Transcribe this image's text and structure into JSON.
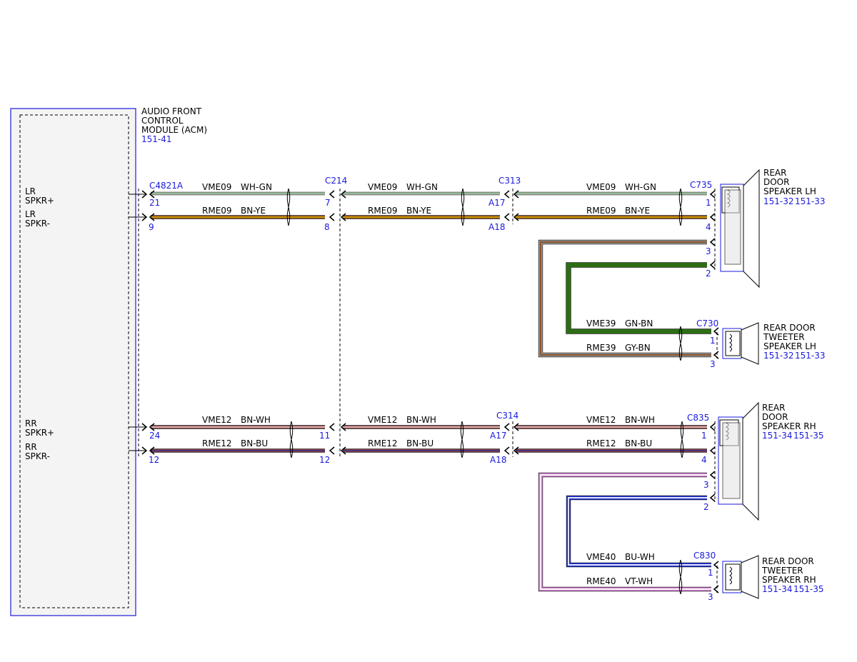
{
  "module": {
    "title_lines": [
      "AUDIO FRONT",
      "CONTROL",
      "MODULE (ACM)"
    ],
    "ref": "151-41",
    "pins": {
      "lr_pos": [
        "LR",
        "SPKR+"
      ],
      "lr_neg": [
        "LR",
        "SPKR-"
      ],
      "rr_pos": [
        "RR",
        "SPKR+"
      ],
      "rr_neg": [
        "RR",
        "SPKR-"
      ]
    }
  },
  "connectors": {
    "c4821a": "C4821A",
    "c214": "C214",
    "c313": "C313",
    "c314": "C314",
    "c735": "C735",
    "c730": "C730",
    "c835": "C835",
    "c830": "C830"
  },
  "pin_numbers": {
    "lh_upper": [
      "21",
      "7",
      "A17",
      "1"
    ],
    "lh_lower": [
      "9",
      "8",
      "A18",
      "4"
    ],
    "rh_upper": [
      "24",
      "11",
      "A17",
      "1"
    ],
    "rh_lower": [
      "12",
      "12",
      "A18",
      "4"
    ],
    "lh_spk_extra": [
      "3",
      "2"
    ],
    "rh_spk_extra": [
      "3",
      "2"
    ],
    "lh_tw": [
      "1",
      "3"
    ],
    "rh_tw": [
      "1",
      "3"
    ]
  },
  "circuits": {
    "vme09": {
      "name": "VME09",
      "color": "WH-GN"
    },
    "rme09": {
      "name": "RME09",
      "color": "BN-YE"
    },
    "vme39": {
      "name": "VME39",
      "color": "GN-BN"
    },
    "rme39": {
      "name": "RME39",
      "color": "GY-BN"
    },
    "vme12": {
      "name": "VME12",
      "color": "BN-WH"
    },
    "rme12": {
      "name": "RME12",
      "color": "BN-BU"
    },
    "vme40": {
      "name": "VME40",
      "color": "BU-WH"
    },
    "rme40": {
      "name": "RME40",
      "color": "VT-WH"
    }
  },
  "components": {
    "rear_lh_speaker": {
      "lines": [
        "REAR",
        "DOOR",
        "SPEAKER LH"
      ],
      "refs": [
        "151-32",
        "151-33"
      ]
    },
    "rear_lh_tweeter": {
      "lines": [
        "REAR DOOR",
        "TWEETER",
        "SPEAKER LH"
      ],
      "refs": [
        "151-32",
        "151-33"
      ]
    },
    "rear_rh_speaker": {
      "lines": [
        "REAR",
        "DOOR",
        "SPEAKER RH"
      ],
      "refs": [
        "151-34",
        "151-35"
      ]
    },
    "rear_rh_tweeter": {
      "lines": [
        "REAR DOOR",
        "TWEETER",
        "SPEAKER RH"
      ],
      "refs": [
        "151-34",
        "151-35"
      ]
    }
  },
  "wire_colors": {
    "wh_gn": [
      "#f2f2f2",
      "#2e8b2e"
    ],
    "bn_ye": [
      "#8b4513",
      "#e8c800"
    ],
    "gn_bn": [
      "#2d6e14",
      "#2d6e14"
    ],
    "gy_bn": [
      "#9a9a9a",
      "#8b4513"
    ],
    "bn_wh": [
      "#8b3a3a",
      "#ffffff"
    ],
    "bn_bu": [
      "#8b3a3a",
      "#2233aa"
    ],
    "bu_wh": [
      "#1f2fd6",
      "#ffffff"
    ],
    "vt_wh": [
      "#d080d0",
      "#ffffff"
    ]
  },
  "accent_blue": "#1a1adc"
}
